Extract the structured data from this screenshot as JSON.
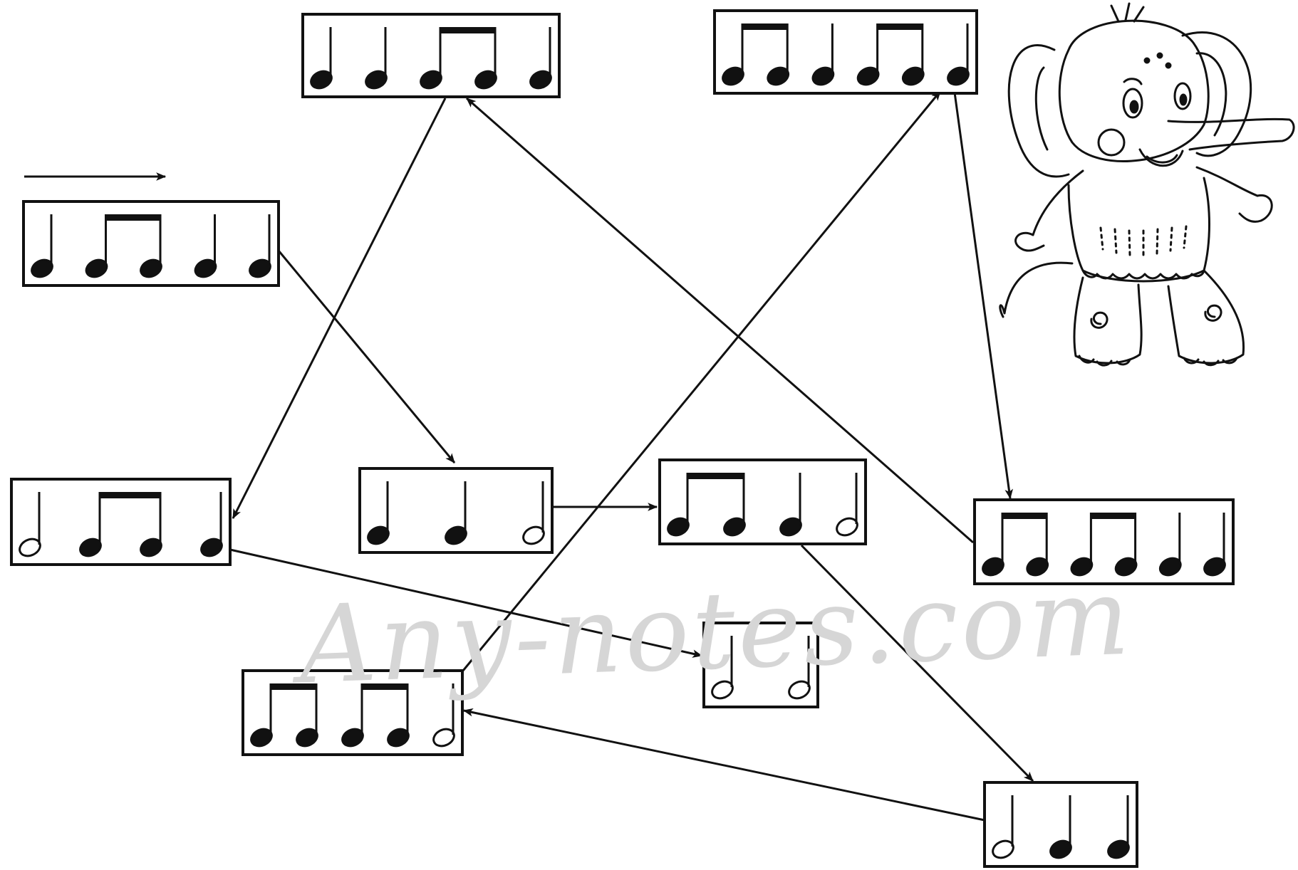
{
  "watermark": "Any-notes.com",
  "start_arrow": "start-arrow",
  "elephant": "elephant-illustration",
  "measures": [
    {
      "id": "m1",
      "notes": [
        "q",
        "e",
        "e",
        "q",
        "q"
      ]
    },
    {
      "id": "m2",
      "notes": [
        "q",
        "q",
        "e",
        "e",
        "q"
      ]
    },
    {
      "id": "m3",
      "notes": [
        "e",
        "e",
        "q",
        "e",
        "e",
        "q"
      ]
    },
    {
      "id": "m4",
      "notes": [
        "h",
        "e",
        "e",
        "q"
      ]
    },
    {
      "id": "m5",
      "notes": [
        "q",
        "q",
        "h"
      ]
    },
    {
      "id": "m6",
      "notes": [
        "e",
        "e",
        "q",
        "h"
      ]
    },
    {
      "id": "m7",
      "notes": [
        "e",
        "e",
        "e",
        "e",
        "q",
        "q"
      ]
    },
    {
      "id": "m8",
      "notes": [
        "h",
        "h"
      ]
    },
    {
      "id": "m9",
      "notes": [
        "e",
        "e",
        "e",
        "e",
        "h"
      ]
    },
    {
      "id": "m10",
      "notes": [
        "h",
        "q",
        "q"
      ]
    }
  ],
  "connections": [
    [
      "m1",
      "m5"
    ],
    [
      "m5",
      "m6"
    ],
    [
      "m6",
      "m10"
    ],
    [
      "m10",
      "m9"
    ],
    [
      "m9",
      "m3"
    ],
    [
      "m3",
      "m7"
    ],
    [
      "m7",
      "m2"
    ],
    [
      "m2",
      "m4"
    ],
    [
      "m4",
      "m8"
    ]
  ]
}
